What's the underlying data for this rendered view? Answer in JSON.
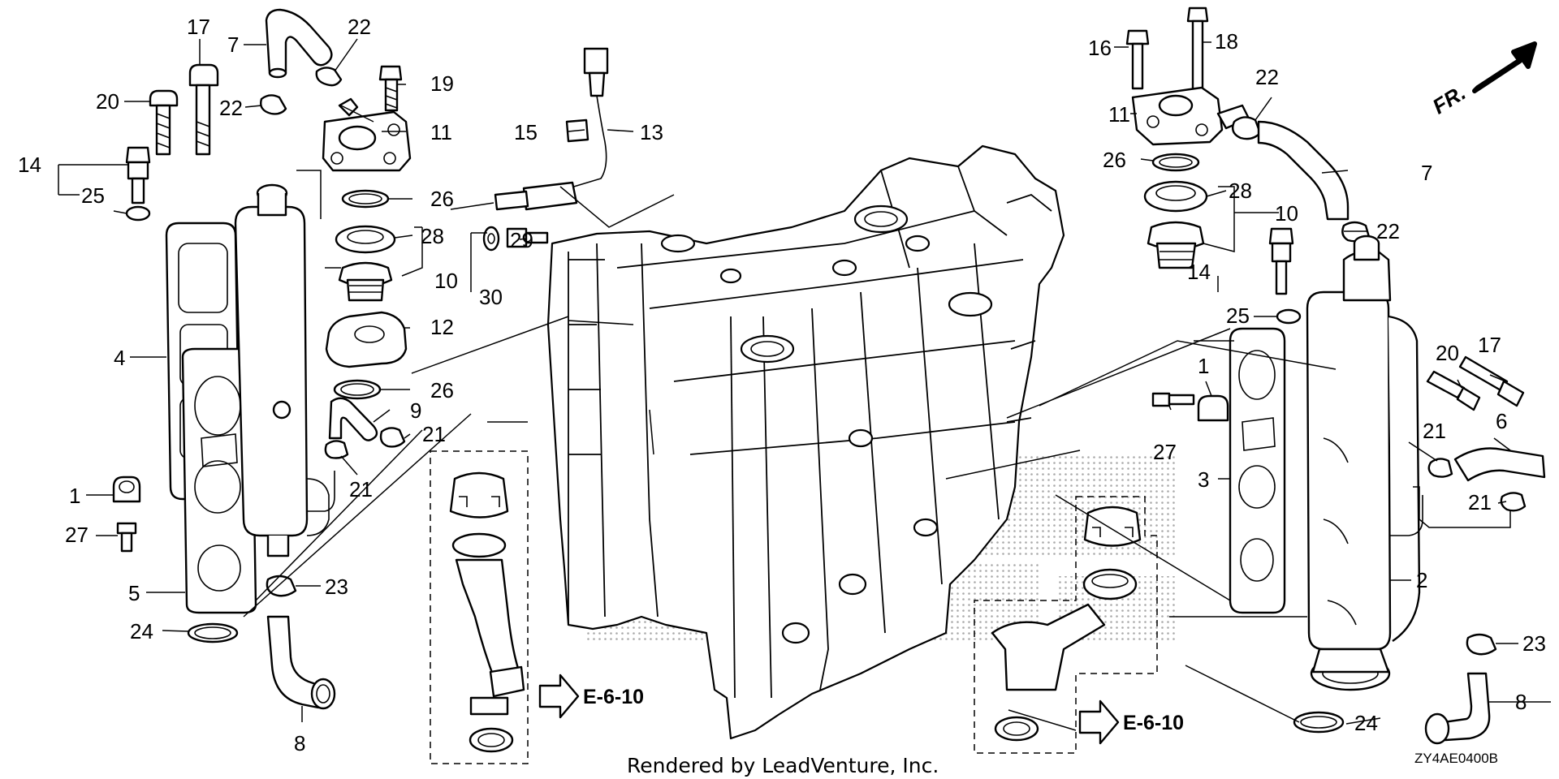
{
  "labels": {
    "l17a": "17",
    "l7a": "7",
    "l22a": "22",
    "l20a": "20",
    "l22b": "22",
    "l19a": "19",
    "l11a": "11",
    "l14a": "14",
    "l25a": "25",
    "l26a": "26",
    "l28a": "28",
    "l10a": "10",
    "l4": "4",
    "l12": "12",
    "l26b": "26",
    "l9": "9",
    "l21a": "21",
    "l21b": "21",
    "l1a": "1",
    "l27a": "27",
    "l5": "5",
    "l23a": "23",
    "l24a": "24",
    "l8a": "8",
    "l15": "15",
    "l13": "13",
    "l29": "29",
    "l30": "30",
    "l16": "16",
    "l18": "18",
    "l11b": "11",
    "l22c": "22",
    "l26c": "26",
    "l7b": "7",
    "l28b": "28",
    "l10b": "10",
    "l22d": "22",
    "l14b": "14",
    "l25b": "25",
    "l1b": "1",
    "l17b": "17",
    "l20b": "20",
    "l27b": "27",
    "l21c": "21",
    "l6": "6",
    "l3": "3",
    "l21d": "21",
    "l2": "2",
    "l23b": "23",
    "l8b": "8",
    "l24b": "24"
  },
  "refs": {
    "left": "E-6-10",
    "right": "E-6-10"
  },
  "direction_marker": "FR.",
  "credit": "Rendered by LeadVenture, Inc.",
  "diagram_code": "ZY4AE0400B"
}
